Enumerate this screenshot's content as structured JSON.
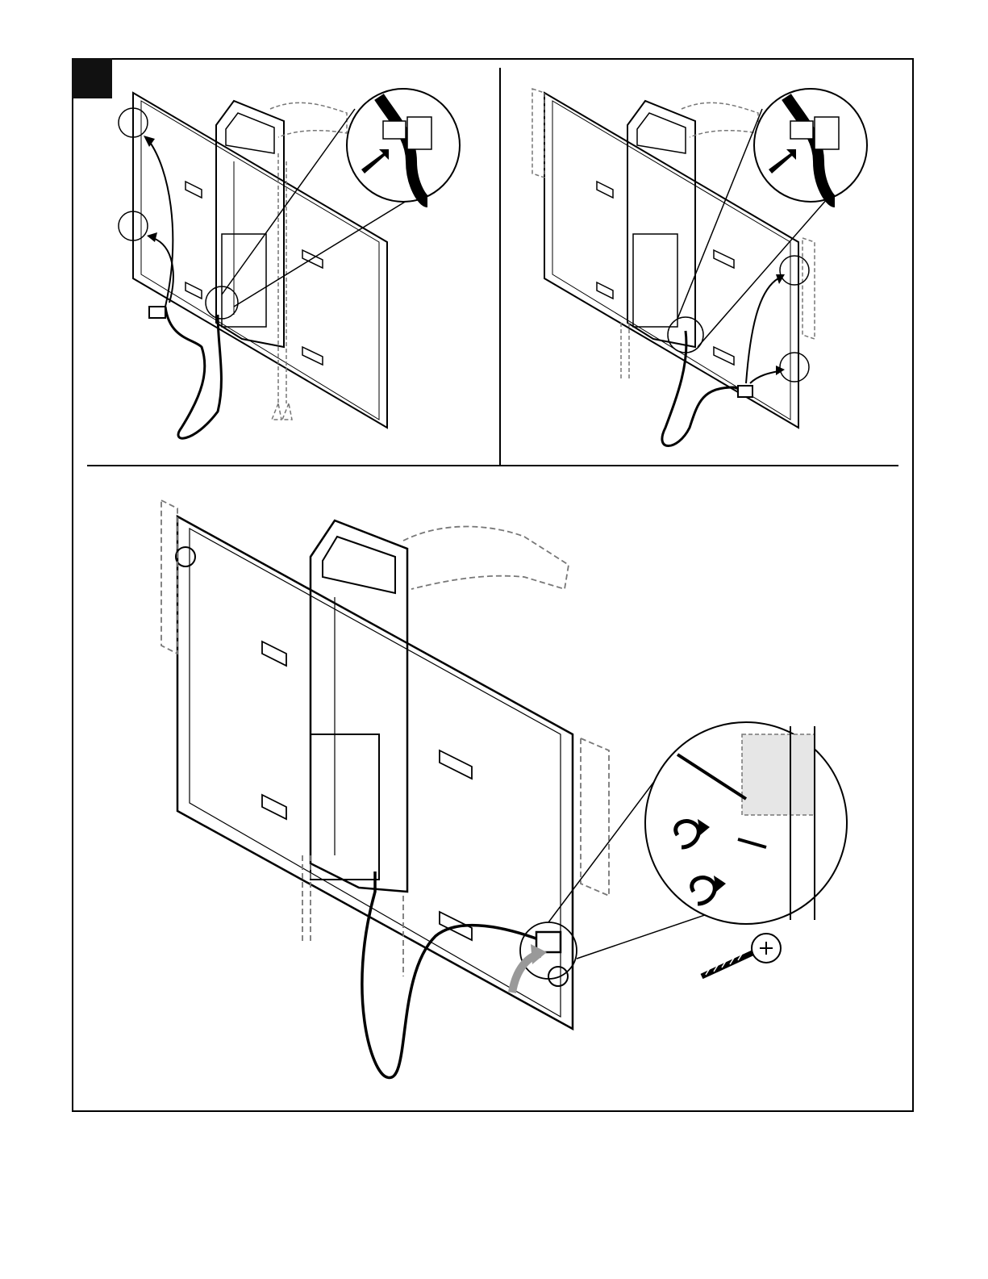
{
  "step": {
    "number": ""
  },
  "panels": [
    {
      "id": "top-left",
      "callout": "cable-clip"
    },
    {
      "id": "top-right",
      "callout": "cable-clip"
    },
    {
      "id": "bottom",
      "callout": "screw-mount"
    }
  ],
  "colors": {
    "line": "#000000",
    "dashed": "#777777",
    "shade": "#e6e6e6",
    "arrow": "#999999"
  }
}
